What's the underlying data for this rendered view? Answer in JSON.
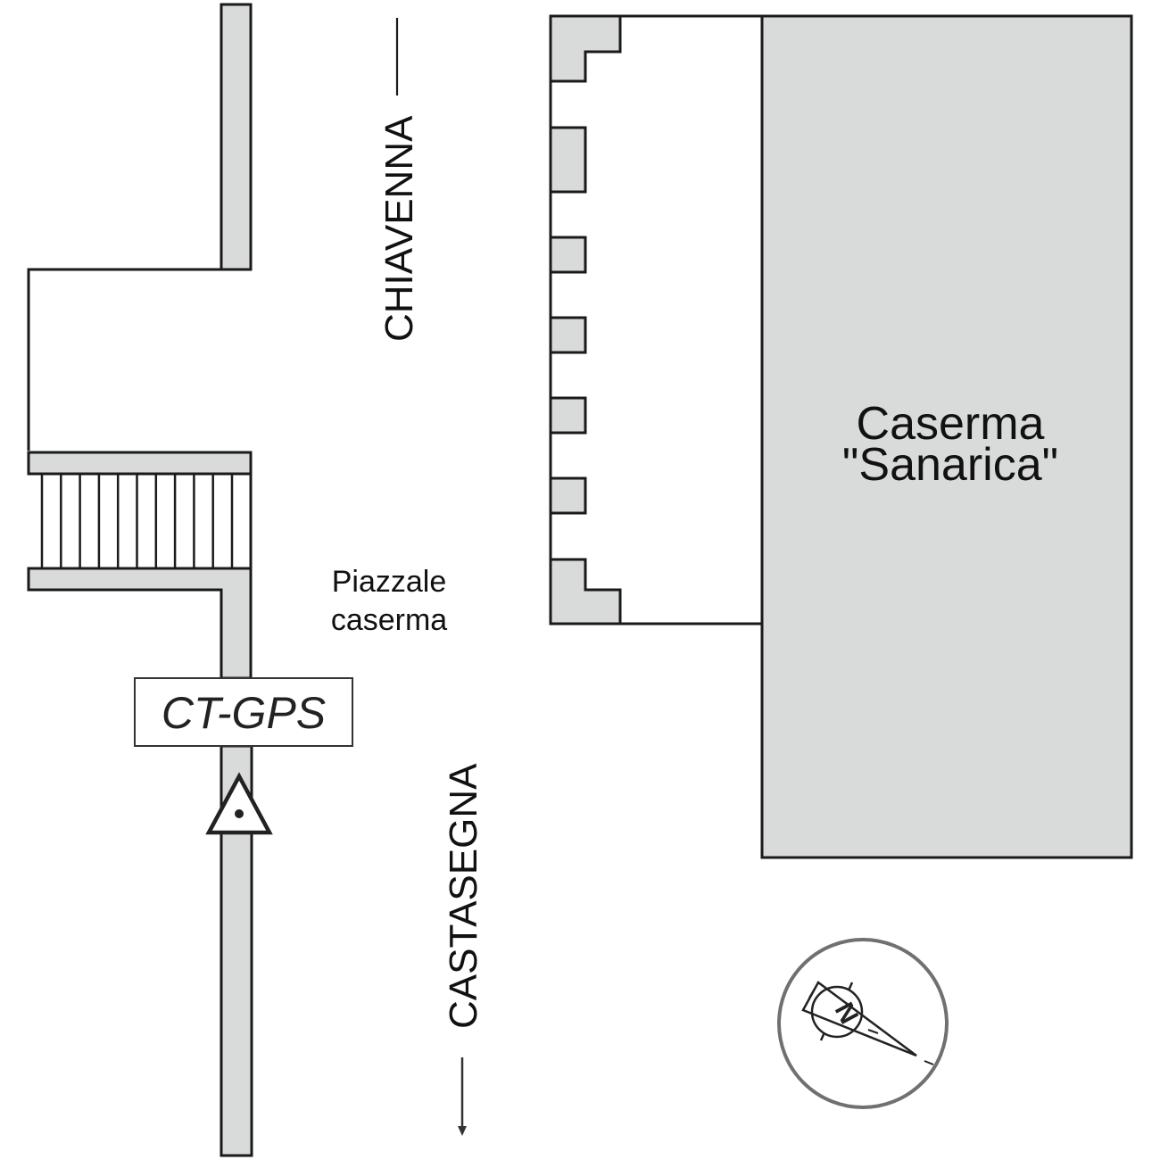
{
  "title": "Site plan - CT-GPS station at Caserma Sanarica",
  "labels": {
    "road_north": "CHIAVENNA",
    "road_south": "CASTASEGNA",
    "square_line1": "Piazzale",
    "square_line2": "caserma",
    "building_line1": "Caserma",
    "building_line2": "\"Sanarica\"",
    "station": "CT-GPS"
  },
  "compass": {
    "letter": "N",
    "icon": "north-arrow-icon"
  },
  "markers": {
    "station_symbol": "triangle-benchmark-icon"
  },
  "colors": {
    "building_fill": "#d9dbda",
    "outline": "#1a1a1a",
    "compass_ring": "#707070",
    "background": "#ffffff"
  },
  "stairs": {
    "step_count": 11
  }
}
